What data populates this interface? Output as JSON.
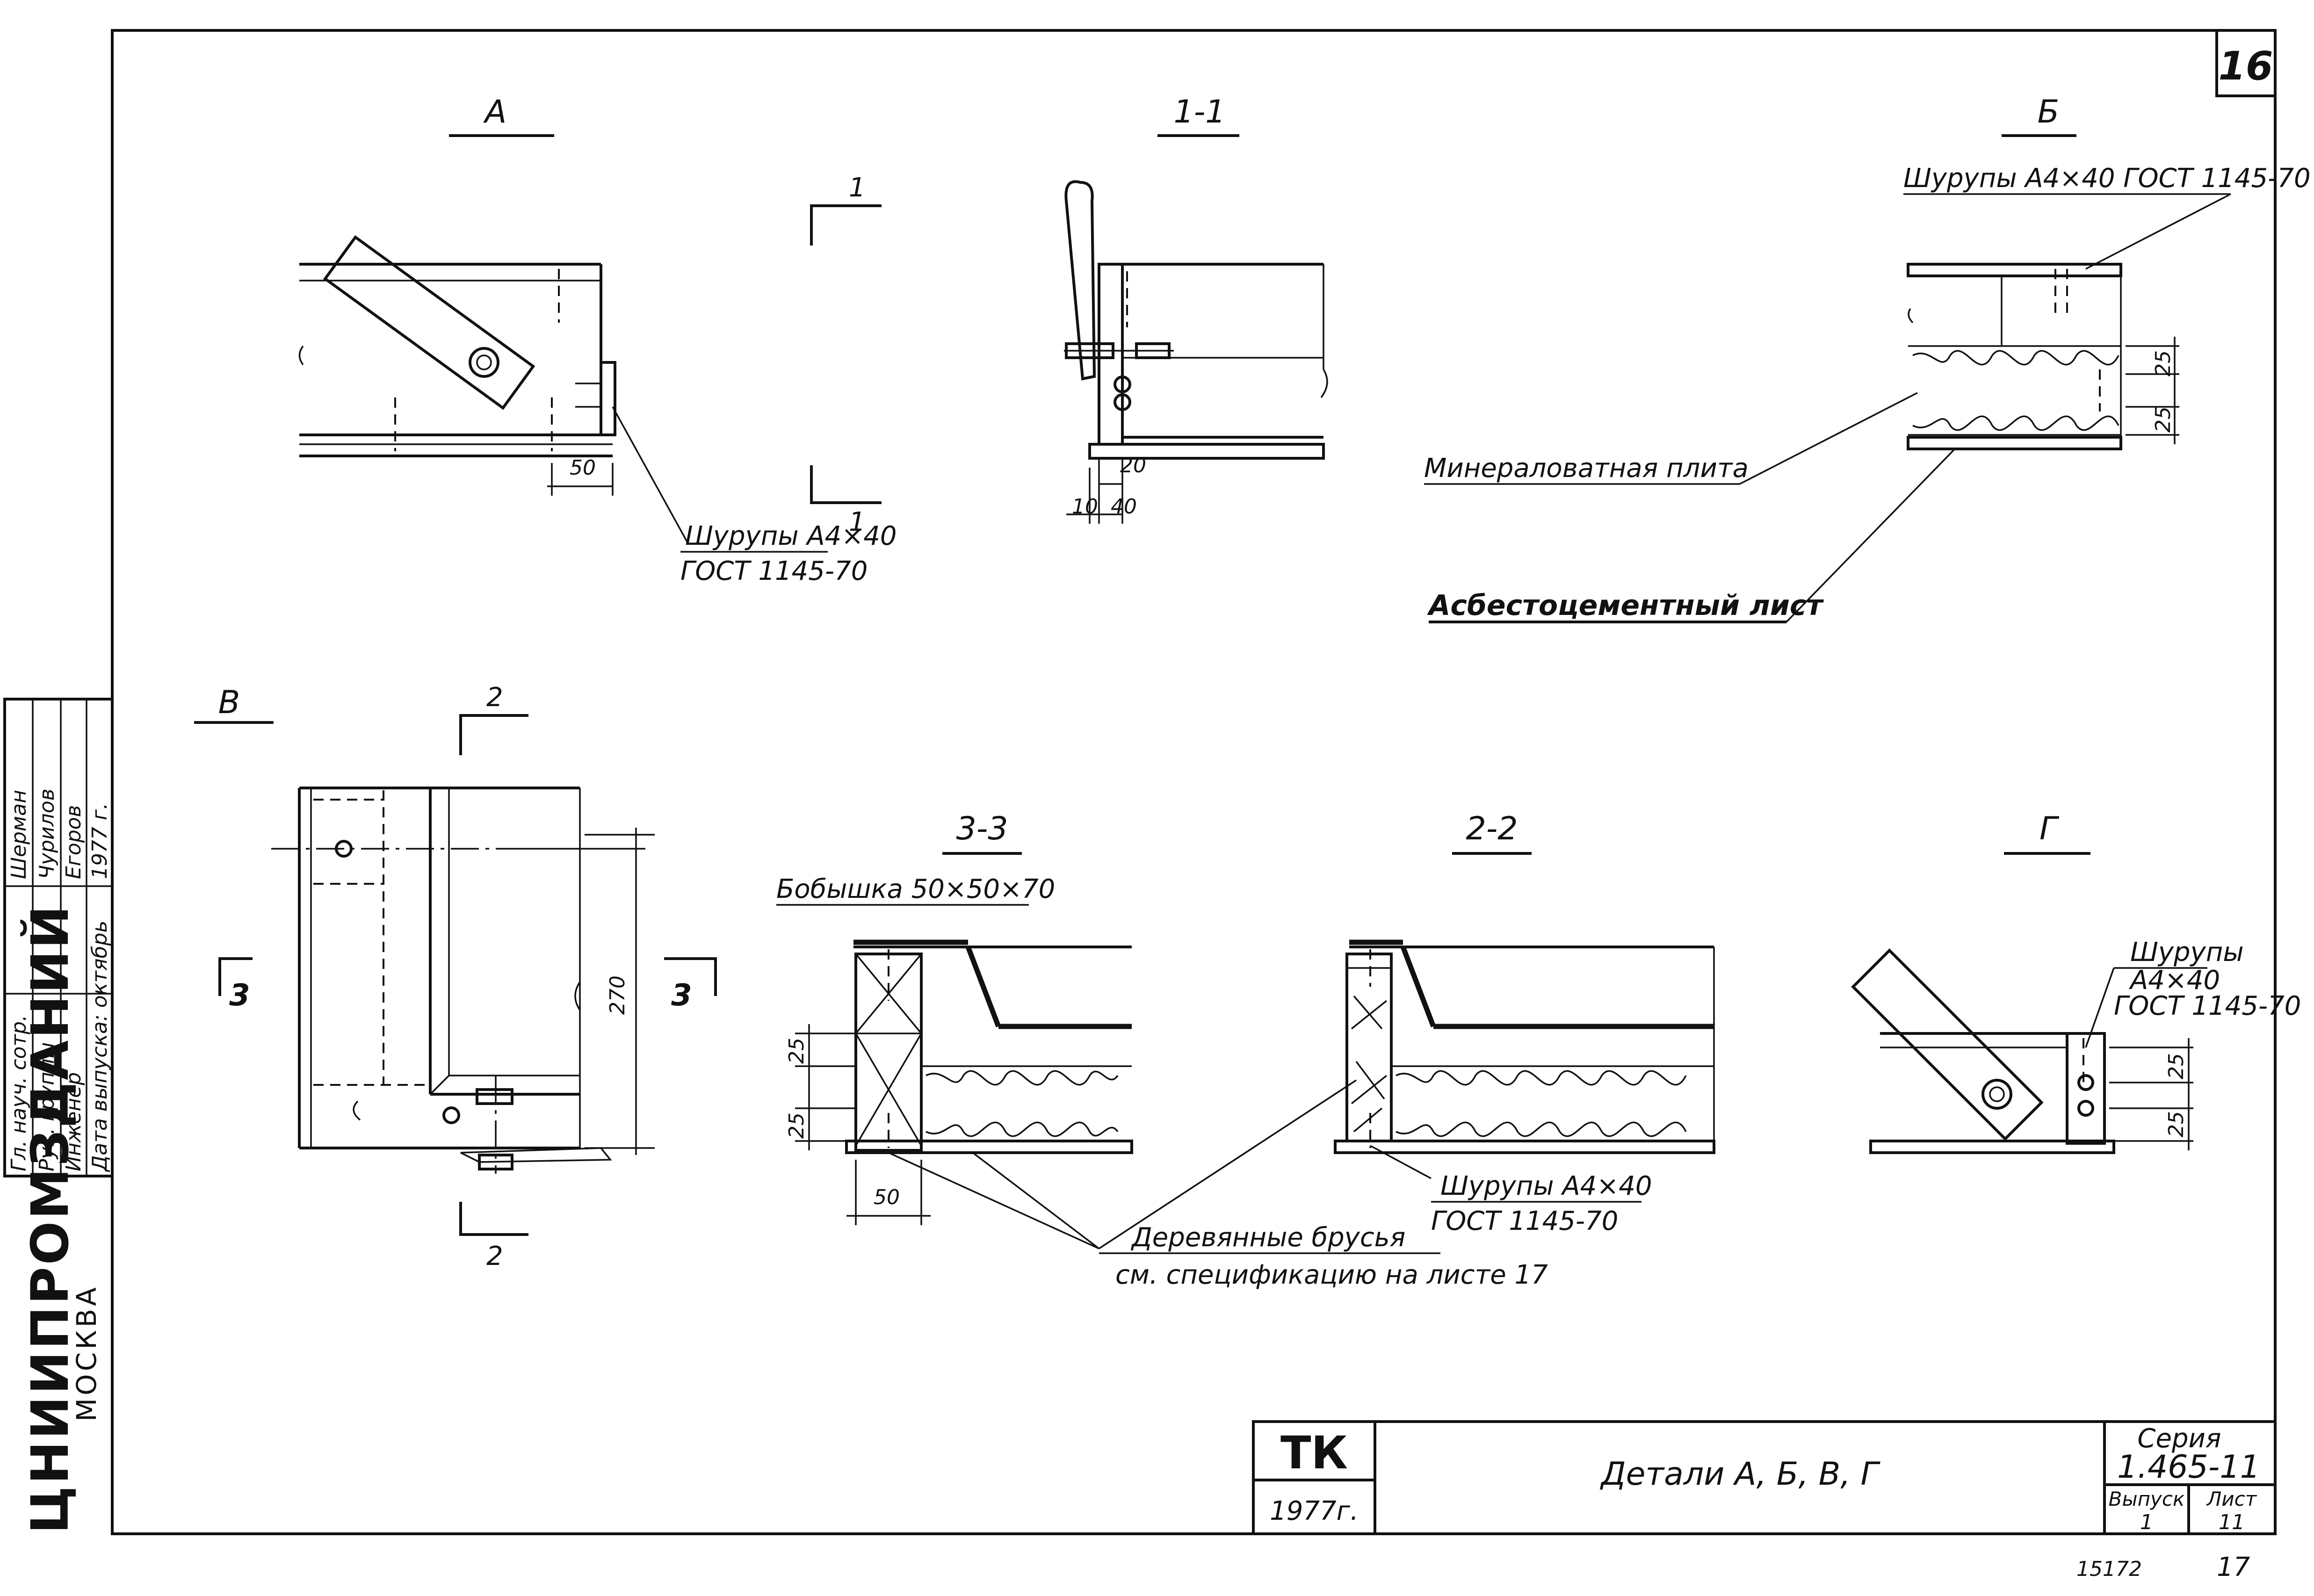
{
  "sheet_number": "16",
  "sheet_footer": {
    "code": "15172",
    "page": "17"
  },
  "views": {
    "a": {
      "title": "А",
      "screw_line1": "Шурупы А4×40",
      "screw_line2": "ГОСТ 1145-70",
      "dim_50": "50"
    },
    "section_1": {
      "title": "1-1",
      "mark_top": "1",
      "mark_bottom": "1",
      "dim_20": "20",
      "dim_10": "10",
      "dim_40": "40"
    },
    "b": {
      "title": "Б",
      "screw_label": "Шурупы А4×40 ГОСТ 1145-70",
      "dim_25a": "25",
      "dim_25b": "25",
      "mineral": "Минераловатная плита",
      "asbestos": "Асбестоцементный лист"
    },
    "v": {
      "title": "В",
      "mark_2_top": "2",
      "mark_2_bottom": "2",
      "mark_3_left": "3",
      "mark_3_right": "3",
      "dim_270": "270"
    },
    "section_3": {
      "title": "3-3",
      "boss_label": "Бобышка 50×50×70",
      "dim_25a": "25",
      "dim_25b": "25",
      "dim_50": "50"
    },
    "section_2": {
      "title": "2-2",
      "screw_line1": "Шурупы А4×40",
      "screw_line2": "ГОСТ 1145-70"
    },
    "g": {
      "title": "Г",
      "screw_line1": "Шурупы",
      "screw_line2": "А4×40",
      "screw_line3": "ГОСТ 1145-70",
      "dim_25a": "25",
      "dim_25b": "25"
    },
    "beams": {
      "line1": "Деревянные брусья",
      "line2": "см. спецификацию на листе 17"
    }
  },
  "side_stamp": {
    "org": "ЦНИИПРОМЗДАНИЙ",
    "city": "МОСКВА",
    "rows": [
      {
        "role": "Гл. науч. сотр.",
        "name": "Шерман"
      },
      {
        "role": "Рук. группы",
        "name": "Чурилов"
      },
      {
        "role": "Инженер",
        "name": "Егоров"
      },
      {
        "role": "Дата выпуска: октябрь",
        "name": "1977 г."
      }
    ]
  },
  "title_block": {
    "code": "ТК",
    "year": "1977г.",
    "title": "Детали А, Б, В, Г",
    "series_label": "Серия",
    "series_value": "1.465-11",
    "issue_label": "Выпуск",
    "issue_value": "1",
    "sheet_label": "Лист",
    "sheet_value": "11"
  }
}
